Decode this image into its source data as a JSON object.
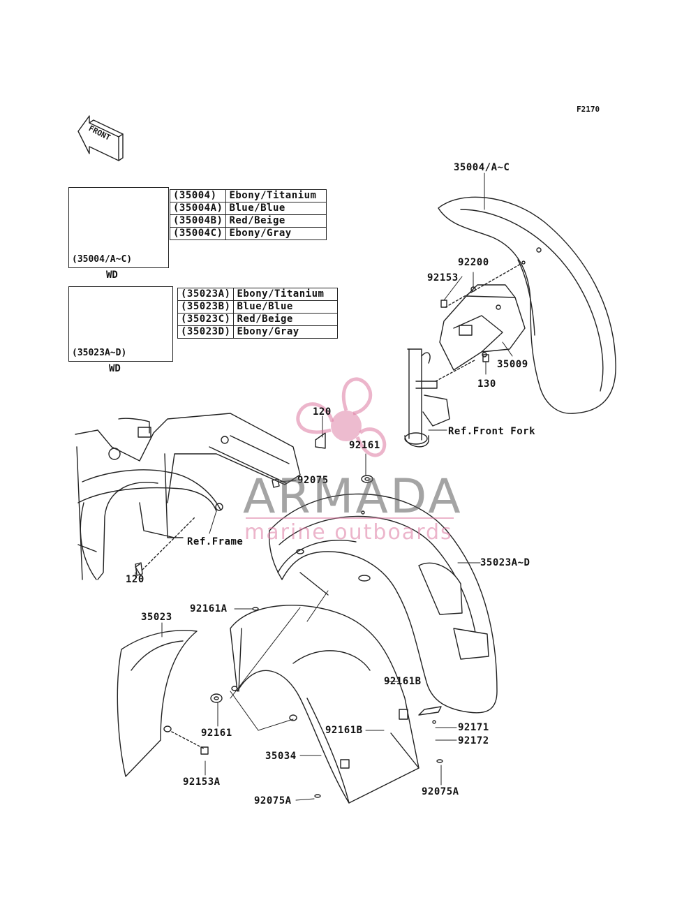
{
  "diagram_code": "F2170",
  "front_arrow_label": "FRONT",
  "inset_fender": {
    "caption": "(35004/A~C)",
    "region": "WD",
    "rows": [
      {
        "code": "(35004)",
        "color": "Ebony/Titanium"
      },
      {
        "code": "(35004A)",
        "color": "Blue/Blue"
      },
      {
        "code": "(35004B)",
        "color": "Red/Beige"
      },
      {
        "code": "(35004C)",
        "color": "Ebony/Gray"
      }
    ]
  },
  "inset_rear": {
    "caption": "(35023A~D)",
    "region": "WD",
    "rows": [
      {
        "code": "(35023A)",
        "color": "Ebony/Titanium"
      },
      {
        "code": "(35023B)",
        "color": "Blue/Blue"
      },
      {
        "code": "(35023C)",
        "color": "Red/Beige"
      },
      {
        "code": "(35023D)",
        "color": "Ebony/Gray"
      }
    ]
  },
  "parts": {
    "p35004": "35004/A~C",
    "p92200": "92200",
    "p92153": "92153",
    "p35009": "35009",
    "p130": "130",
    "ref_front_fork": "Ref.Front Fork",
    "p120_top": "120",
    "p92161_top": "92161",
    "p92075": "92075",
    "ref_frame": "Ref.Frame",
    "p120_bottom": "120",
    "p35023AD": "35023A~D",
    "p92161A": "92161A",
    "p35023": "35023",
    "p92161B_1": "92161B",
    "p92161_bottom": "92161",
    "p92171": "92171",
    "p92161B_2": "92161B",
    "p92172": "92172",
    "p35034": "35034",
    "p92153A": "92153A",
    "p92075A_right": "92075A",
    "p92075A_left": "92075A"
  },
  "watermark": {
    "brand": "ARMADA",
    "tagline": "marine outboards",
    "colors": {
      "brand": "#5a5a5a",
      "accent": "#dc78a0"
    }
  }
}
